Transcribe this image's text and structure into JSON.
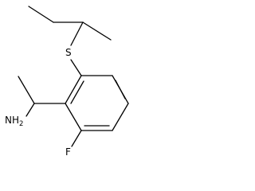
{
  "molecule": {
    "atoms": {
      "sulfur": "S",
      "amine": "NH2",
      "fluorine": "F"
    }
  },
  "colors": {
    "bond": "#000000",
    "label": "#000000",
    "background": "#ffffff"
  }
}
